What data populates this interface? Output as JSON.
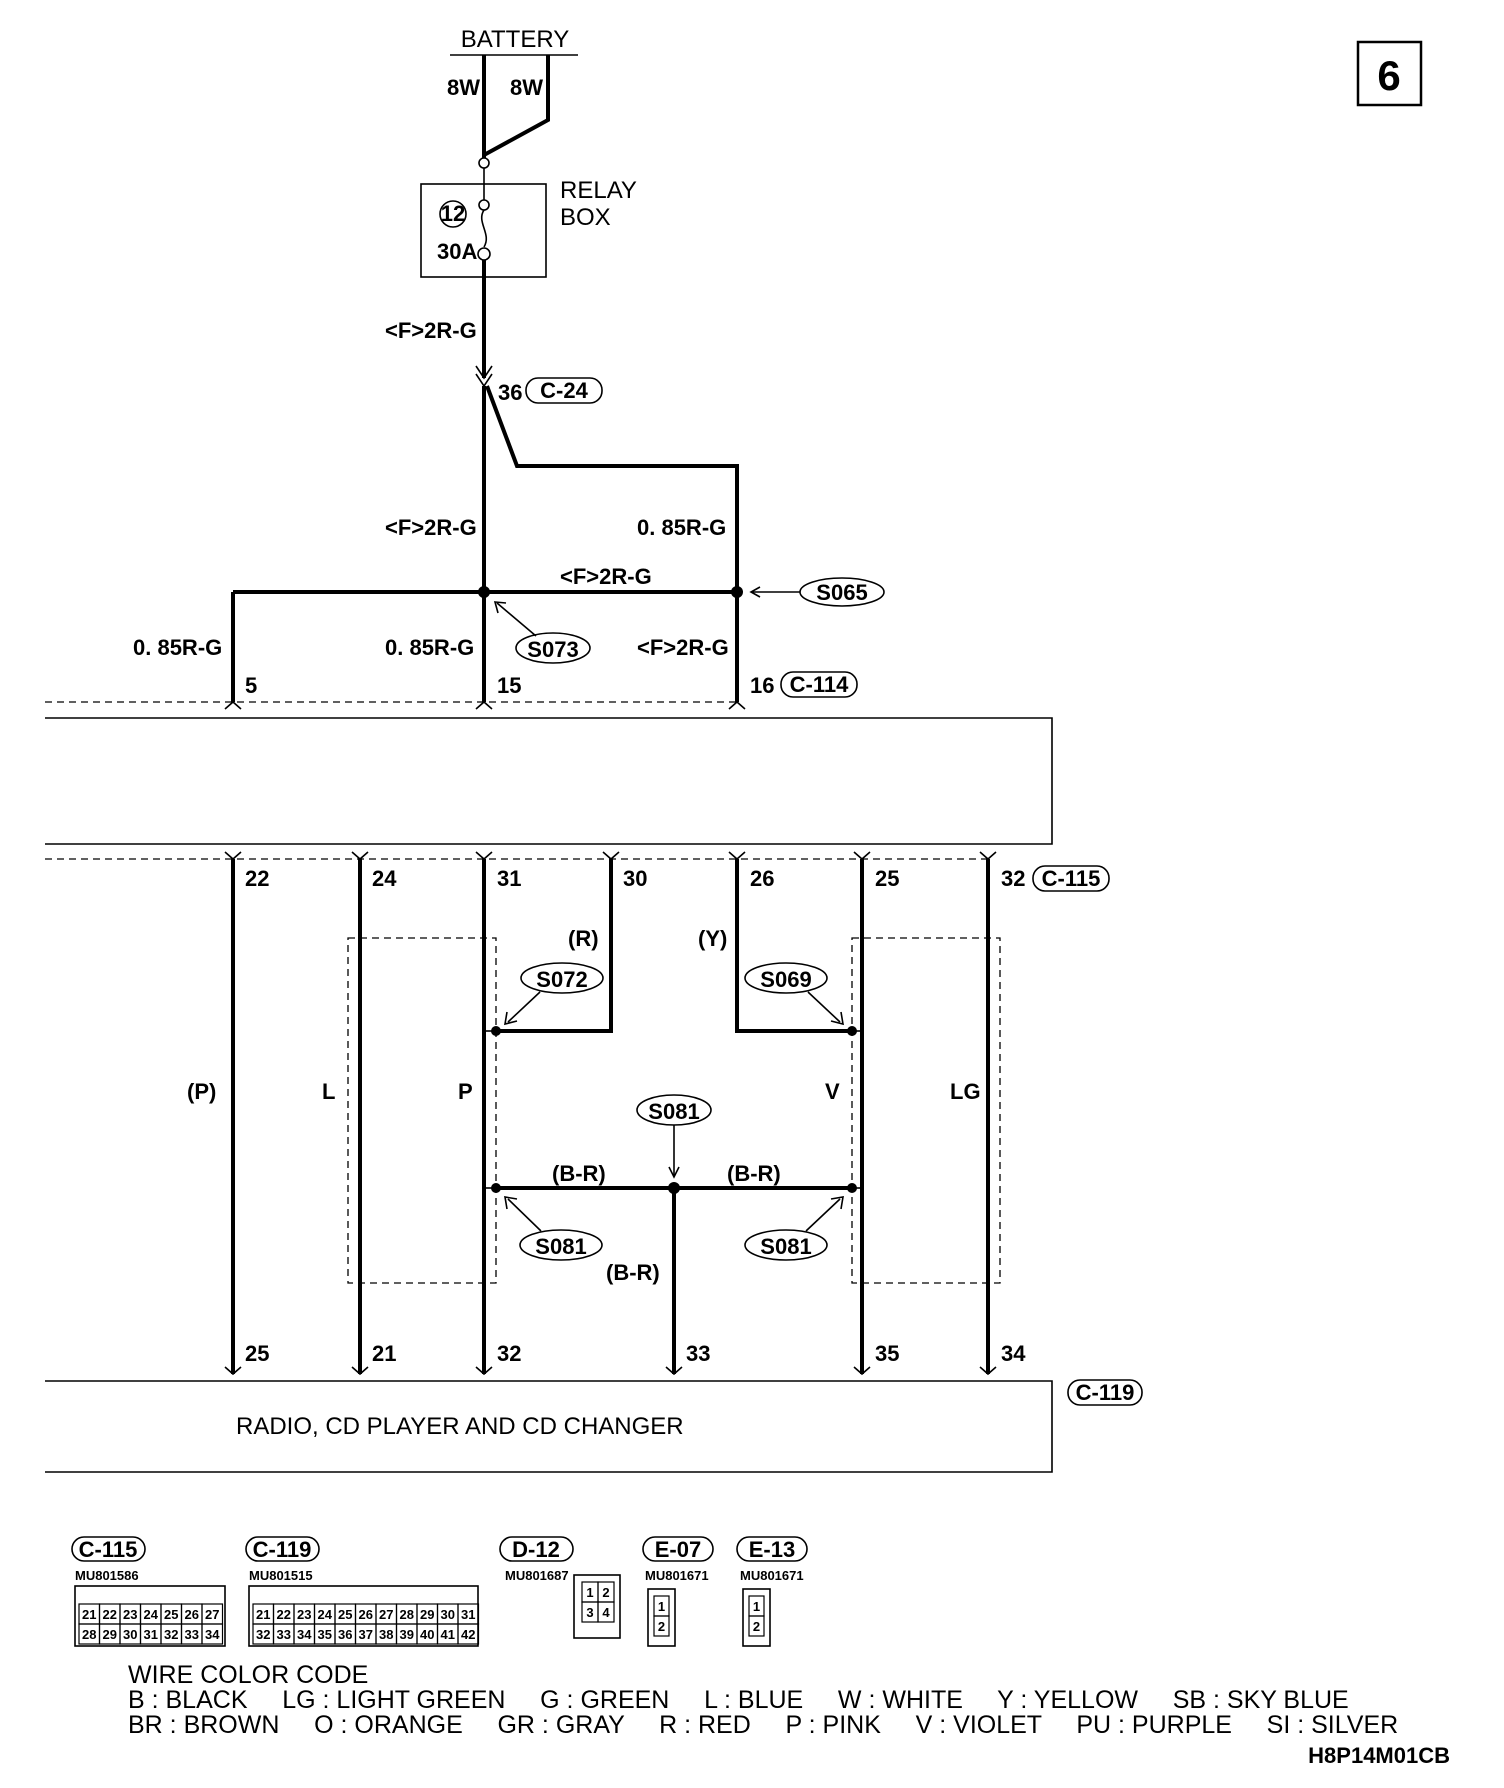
{
  "page_number": "6",
  "battery": {
    "label": "BATTERY",
    "wire_left": "8W",
    "wire_right": "8W"
  },
  "relay_box": {
    "line1": "RELAY",
    "line2": "BOX",
    "fuse_number": "12",
    "fuse_rating": "30A"
  },
  "wires": {
    "main_top": "<F>2R-G",
    "main_mid": "<F>2R-G",
    "branch_right_top": "0. 85R-G",
    "horizontal": "<F>2R-G",
    "pin5": "0. 85R-G",
    "pin15": "0. 85R-G",
    "pin16": "<F>2R-G"
  },
  "connectors": {
    "c24": {
      "pin": "36",
      "id": "C-24"
    },
    "c114": {
      "pins": [
        "5",
        "15",
        "16"
      ],
      "id": "C-114"
    },
    "c115": {
      "pins": [
        "22",
        "24",
        "31",
        "30",
        "26",
        "25",
        "32"
      ],
      "id": "C-115"
    },
    "c119": {
      "pins": [
        "25",
        "21",
        "32",
        "33",
        "35",
        "34"
      ],
      "id": "C-119"
    }
  },
  "splices": {
    "s065": "S065",
    "s073": "S073",
    "s072": "S072",
    "s069": "S069",
    "s081_top": "S081",
    "s081_left": "S081",
    "s081_right": "S081"
  },
  "lower_wires": {
    "p_paren": "(P)",
    "l": "L",
    "p": "P",
    "r": "(R)",
    "y": "(Y)",
    "v": "V",
    "lg": "LG",
    "br_left": "(B-R)",
    "br_right": "(B-R)",
    "br_down": "(B-R)"
  },
  "component": {
    "name": "RADIO, CD PLAYER AND CD CHANGER"
  },
  "connector_views": [
    {
      "id": "C-115",
      "part": "MU801586",
      "row1": [
        "21",
        "22",
        "23",
        "24",
        "25",
        "26",
        "27"
      ],
      "row2": [
        "28",
        "29",
        "30",
        "31",
        "32",
        "33",
        "34"
      ]
    },
    {
      "id": "C-119",
      "part": "MU801515",
      "row1": [
        "21",
        "22",
        "23",
        "24",
        "25",
        "26",
        "27",
        "28",
        "29",
        "30",
        "31"
      ],
      "row2": [
        "32",
        "33",
        "34",
        "35",
        "36",
        "37",
        "38",
        "39",
        "40",
        "41",
        "42"
      ]
    },
    {
      "id": "D-12",
      "part": "MU801687",
      "row1": [
        "1",
        "2"
      ],
      "row2": [
        "3",
        "4"
      ]
    },
    {
      "id": "E-07",
      "part": "MU801671",
      "row1": [
        "1"
      ],
      "row2": [
        "2"
      ]
    },
    {
      "id": "E-13",
      "part": "MU801671",
      "row1": [
        "1"
      ],
      "row2": [
        "2"
      ]
    }
  ],
  "wire_color_code": {
    "title": "WIRE COLOR CODE",
    "line1": "B : BLACK     LG : LIGHT GREEN     G : GREEN     L : BLUE     W : WHITE     Y : YELLOW     SB : SKY BLUE",
    "line2": "BR : BROWN     O : ORANGE     GR : GRAY     R : RED     P : PINK     V : VIOLET     PU : PURPLE     SI : SILVER"
  },
  "figure_code": "H8P14M01CB"
}
